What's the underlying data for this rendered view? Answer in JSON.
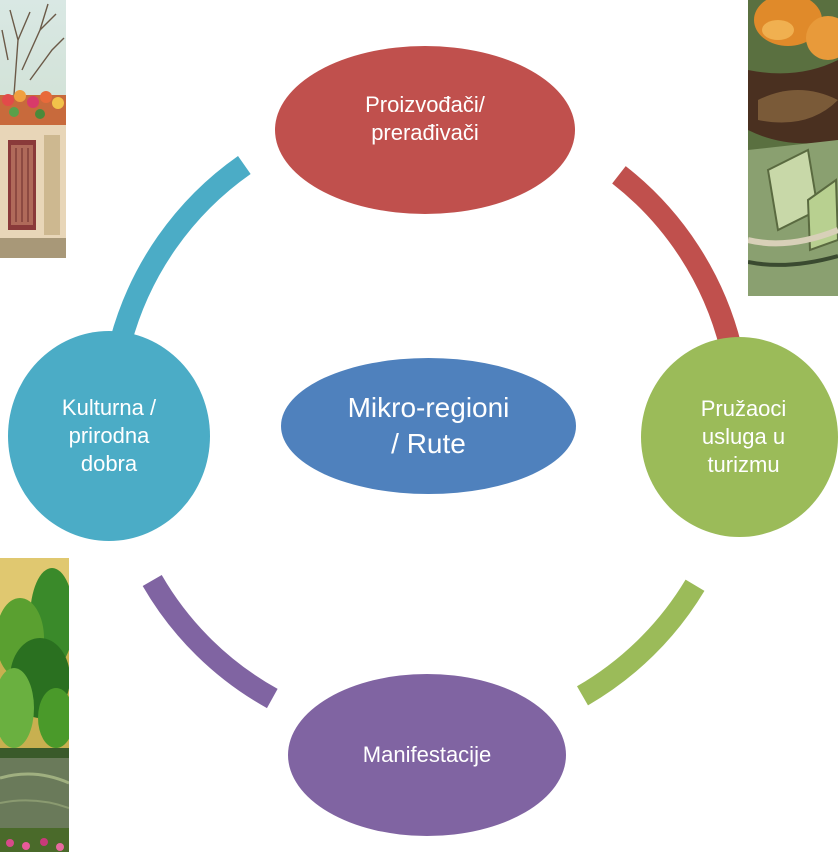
{
  "diagram": {
    "center": {
      "label": "Mikro-regioni\n/ Rute",
      "color": "#4f81bd"
    },
    "nodes": [
      {
        "id": "producers",
        "label": "Proizvođači/\nprerađivači",
        "color": "#c0504d"
      },
      {
        "id": "tourism",
        "label": "Pružaoci\nusluga u\nturizmu",
        "color": "#9bbb59"
      },
      {
        "id": "events",
        "label": "Manifestacije",
        "color": "#8064a2"
      },
      {
        "id": "heritage",
        "label": "Kulturna /\nprirodna\ndobra",
        "color": "#4bacc6"
      }
    ]
  },
  "images": [
    {
      "name": "street-painting",
      "subject": "watercolor street with flowers"
    },
    {
      "name": "still-life-painting",
      "subject": "fruit still life"
    },
    {
      "name": "landscape-painting",
      "subject": "lake and forest landscape"
    }
  ]
}
